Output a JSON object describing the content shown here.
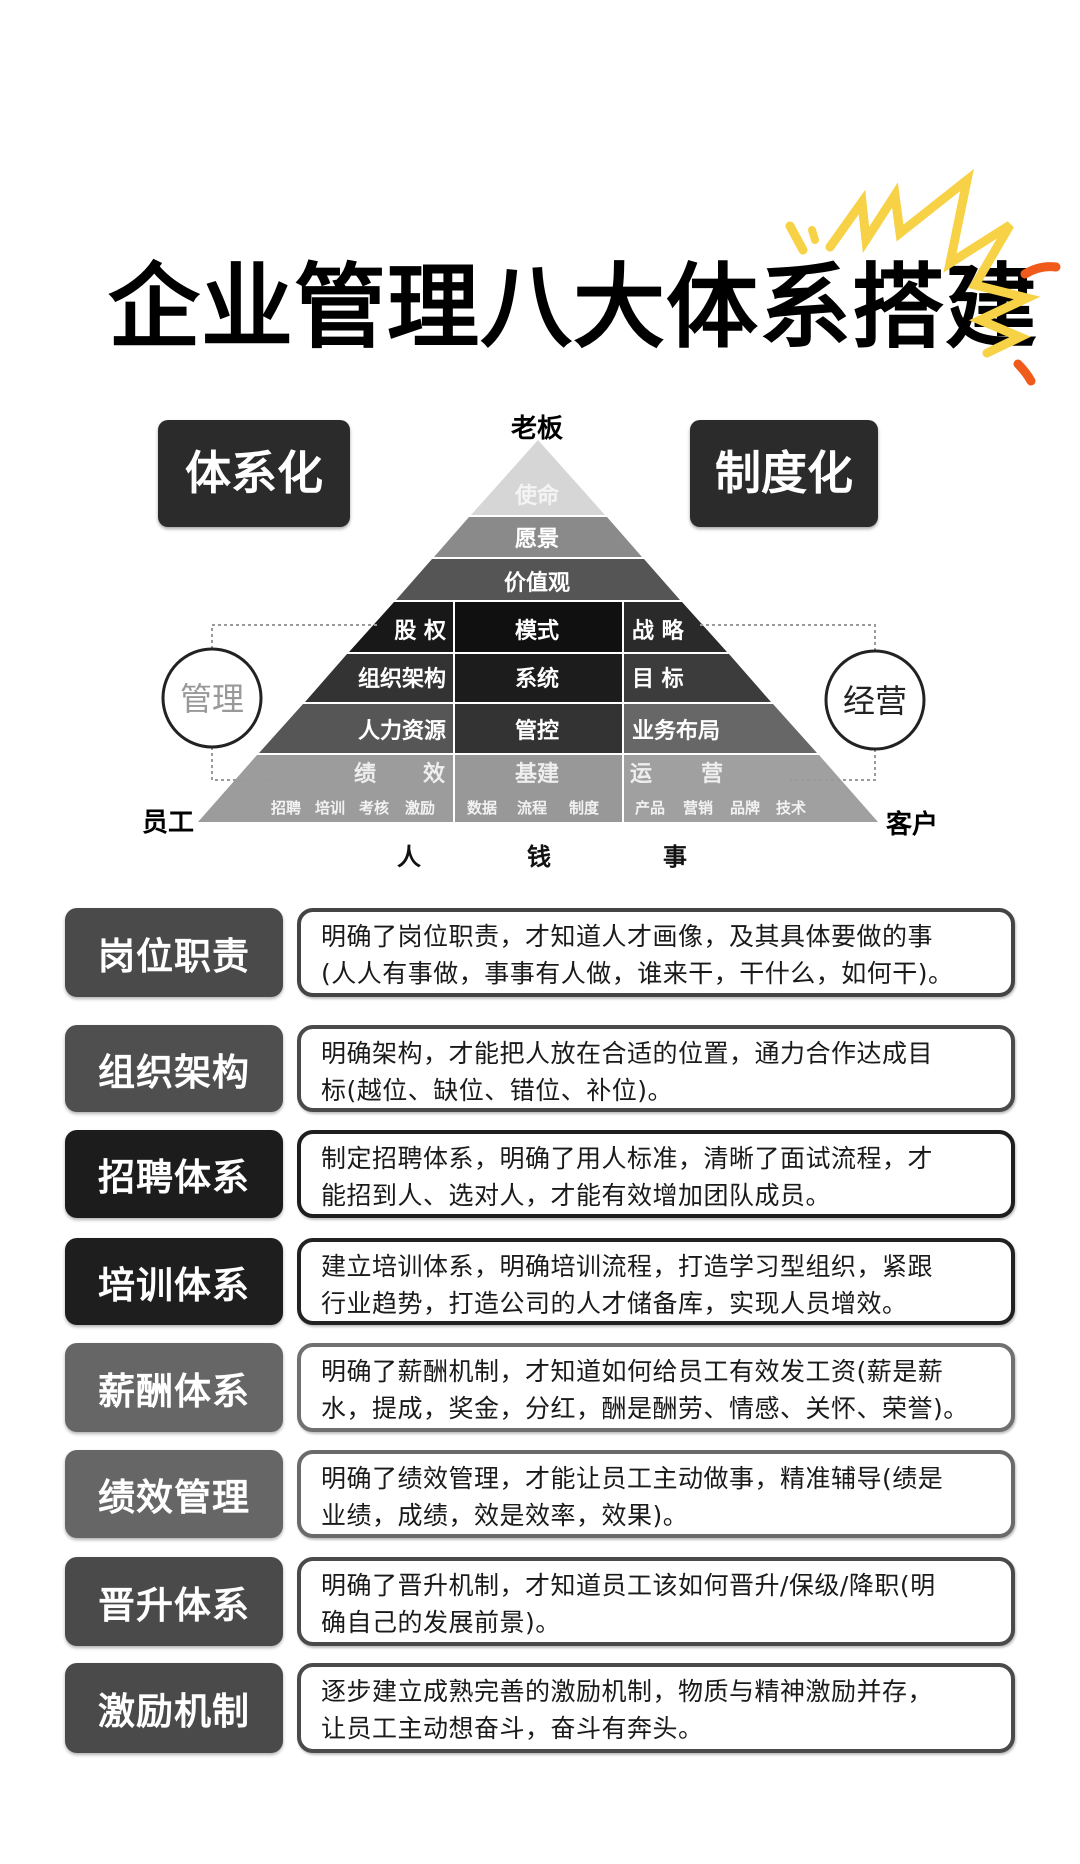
{
  "title": "企业管理八大体系搭建",
  "colors": {
    "title_text": "#000000",
    "burst_yellow": "#f7d246",
    "burst_orange": "#f05a1a",
    "tag_bg": "#2b2b2b",
    "desc_text": "#1a1a1a"
  },
  "diagram": {
    "left_tag": "体系化",
    "right_tag": "制度化",
    "apex_label": "老板",
    "left_corner": "员工",
    "right_corner": "客户",
    "left_circle": "管理",
    "right_circle": "经营",
    "top_bands": [
      "使命",
      "愿景",
      "价值观"
    ],
    "grid_rows": [
      {
        "left": "股 权",
        "middle": "模式",
        "right": "战 略"
      },
      {
        "left": "组织架构",
        "middle": "系统",
        "right": "目 标"
      },
      {
        "left": "人力资源",
        "middle": "管控",
        "right": "业务布局"
      }
    ],
    "base_row": {
      "left_title": [
        "绩",
        "效"
      ],
      "middle_title": "基建",
      "right_title": [
        "运",
        "营"
      ],
      "left_items": [
        "招聘",
        "培训",
        "考核",
        "激励"
      ],
      "middle_items": [
        "数据",
        "流程",
        "制度"
      ],
      "right_items": [
        "产品",
        "营销",
        "品牌",
        "技术"
      ]
    },
    "columns": [
      "人",
      "钱",
      "事"
    ]
  },
  "systems": [
    {
      "label": "岗位职责",
      "lines": [
        "明确了岗位职责，才知道人才画像，及其具体要做的事",
        "(人人有事做，事事有人做，谁来干，干什么，如何干)。"
      ]
    },
    {
      "label": "组织架构",
      "lines": [
        "明确架构，才能把人放在合适的位置，通力合作达成目",
        "标(越位、缺位、错位、补位)。"
      ]
    },
    {
      "label": "招聘体系",
      "lines": [
        "制定招聘体系，明确了用人标准，清晰了面试流程，才",
        "能招到人、选对人，才能有效增加团队成员。"
      ]
    },
    {
      "label": "培训体系",
      "lines": [
        "建立培训体系，明确培训流程，打造学习型组织，紧跟",
        "行业趋势，打造公司的人才储备库，实现人员增效。"
      ]
    },
    {
      "label": "薪酬体系",
      "lines": [
        "明确了薪酬机制，才知道如何给员工有效发工资(薪是薪",
        "水，提成，奖金，分红，酬是酬劳、情感、关怀、荣誉)。"
      ]
    },
    {
      "label": "绩效管理",
      "lines": [
        "明确了绩效管理，才能让员工主动做事，精准辅导(绩是",
        "业绩，成绩，效是效率，效果)。"
      ]
    },
    {
      "label": "晋升体系",
      "lines": [
        "明确了晋升机制，才知道员工该如何晋升/保级/降职(明",
        "确自己的发展前景)。"
      ]
    },
    {
      "label": "激励机制",
      "lines": [
        "逐步建立成熟完善的激励机制，物质与精神激励并存，",
        "让员工主动想奋斗，奋斗有奔头。"
      ]
    }
  ]
}
